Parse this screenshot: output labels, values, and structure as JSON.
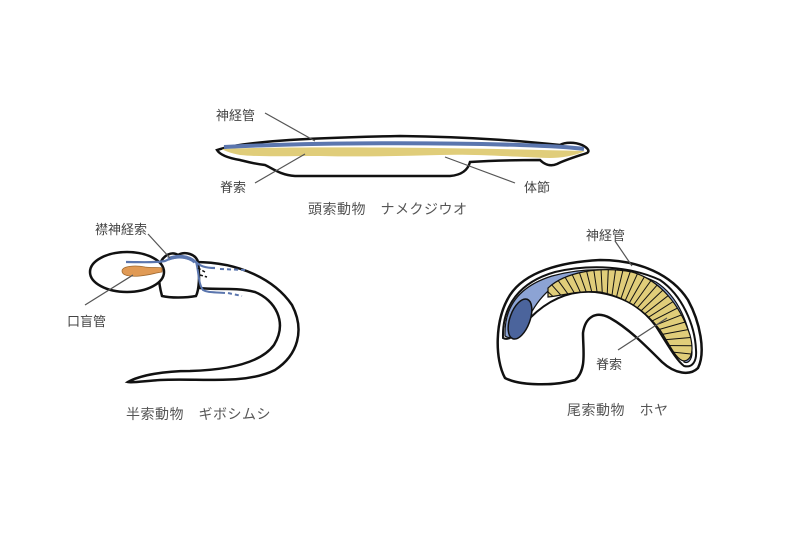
{
  "colors": {
    "outline": "#111111",
    "nerve": "#5b76ae",
    "nerve_light": "#8ca3d4",
    "nerve_dark": "#4b649c",
    "notochord": "#e0cd7a",
    "stomochord": "#e09a55",
    "leader": "#555555"
  },
  "lancelet": {
    "title": "頭索動物　ナメクジウオ",
    "labels": {
      "nerve_tube": "神経管",
      "notochord": "脊索",
      "somite": "体節"
    }
  },
  "acorn_worm": {
    "title": "半索動物　ギボシムシ",
    "labels": {
      "collar_nerve_cord": "襟神経索",
      "stomochord": "口盲管"
    }
  },
  "tunicate": {
    "title": "尾索動物　ホヤ",
    "labels": {
      "nerve_tube": "神経管",
      "notochord": "脊索"
    }
  }
}
